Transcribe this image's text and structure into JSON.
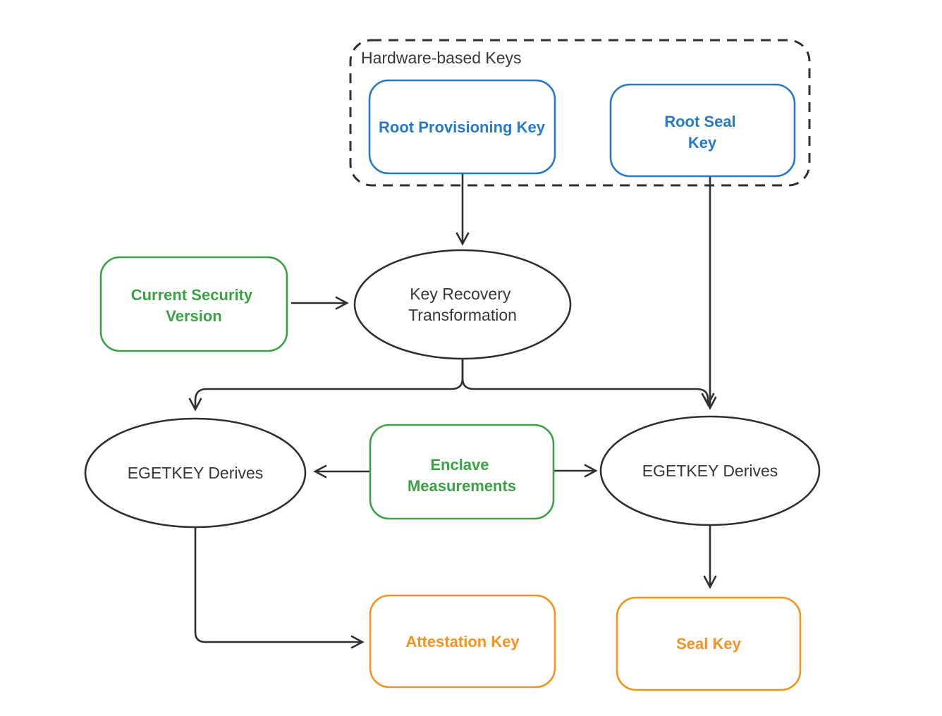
{
  "colors": {
    "blue": "#2779C9",
    "green": "#3AA245",
    "orange": "#F6921E",
    "line": "#303030",
    "text_dark": "#383838",
    "background": "#FFFFFF"
  },
  "container": {
    "label": "Hardware-based Keys"
  },
  "nodes": {
    "root_provisioning_key": {
      "type": "rounded-rect",
      "color": "blue",
      "lines": [
        "Root Provisioning Key"
      ]
    },
    "root_seal_key": {
      "type": "rounded-rect",
      "color": "blue",
      "lines": [
        "Root Seal",
        "Key"
      ]
    },
    "current_security_version": {
      "type": "rounded-rect",
      "color": "green",
      "lines": [
        "Current Security",
        "Version"
      ]
    },
    "key_recovery_transformation": {
      "type": "ellipse",
      "color": "dark",
      "lines": [
        "Key Recovery",
        "Transformation"
      ]
    },
    "enclave_measurements": {
      "type": "rounded-rect",
      "color": "green",
      "lines": [
        "Enclave",
        "Measurements"
      ]
    },
    "egetkey_left": {
      "type": "ellipse",
      "color": "dark",
      "lines": [
        "EGETKEY Derives"
      ]
    },
    "egetkey_right": {
      "type": "ellipse",
      "color": "dark",
      "lines": [
        "EGETKEY Derives"
      ]
    },
    "attestation_key": {
      "type": "rounded-rect",
      "color": "orange",
      "lines": [
        "Attestation Key"
      ]
    },
    "seal_key": {
      "type": "rounded-rect",
      "color": "orange",
      "lines": [
        "Seal Key"
      ]
    }
  },
  "edges": [
    {
      "from": "root_provisioning_key",
      "to": "key_recovery_transformation"
    },
    {
      "from": "current_security_version",
      "to": "key_recovery_transformation"
    },
    {
      "from": "key_recovery_transformation",
      "to": "egetkey_left"
    },
    {
      "from": "key_recovery_transformation",
      "to": "egetkey_right"
    },
    {
      "from": "root_seal_key",
      "to": "egetkey_right"
    },
    {
      "from": "enclave_measurements",
      "to": "egetkey_left"
    },
    {
      "from": "enclave_measurements",
      "to": "egetkey_right"
    },
    {
      "from": "egetkey_left",
      "to": "attestation_key"
    },
    {
      "from": "egetkey_right",
      "to": "seal_key"
    }
  ]
}
